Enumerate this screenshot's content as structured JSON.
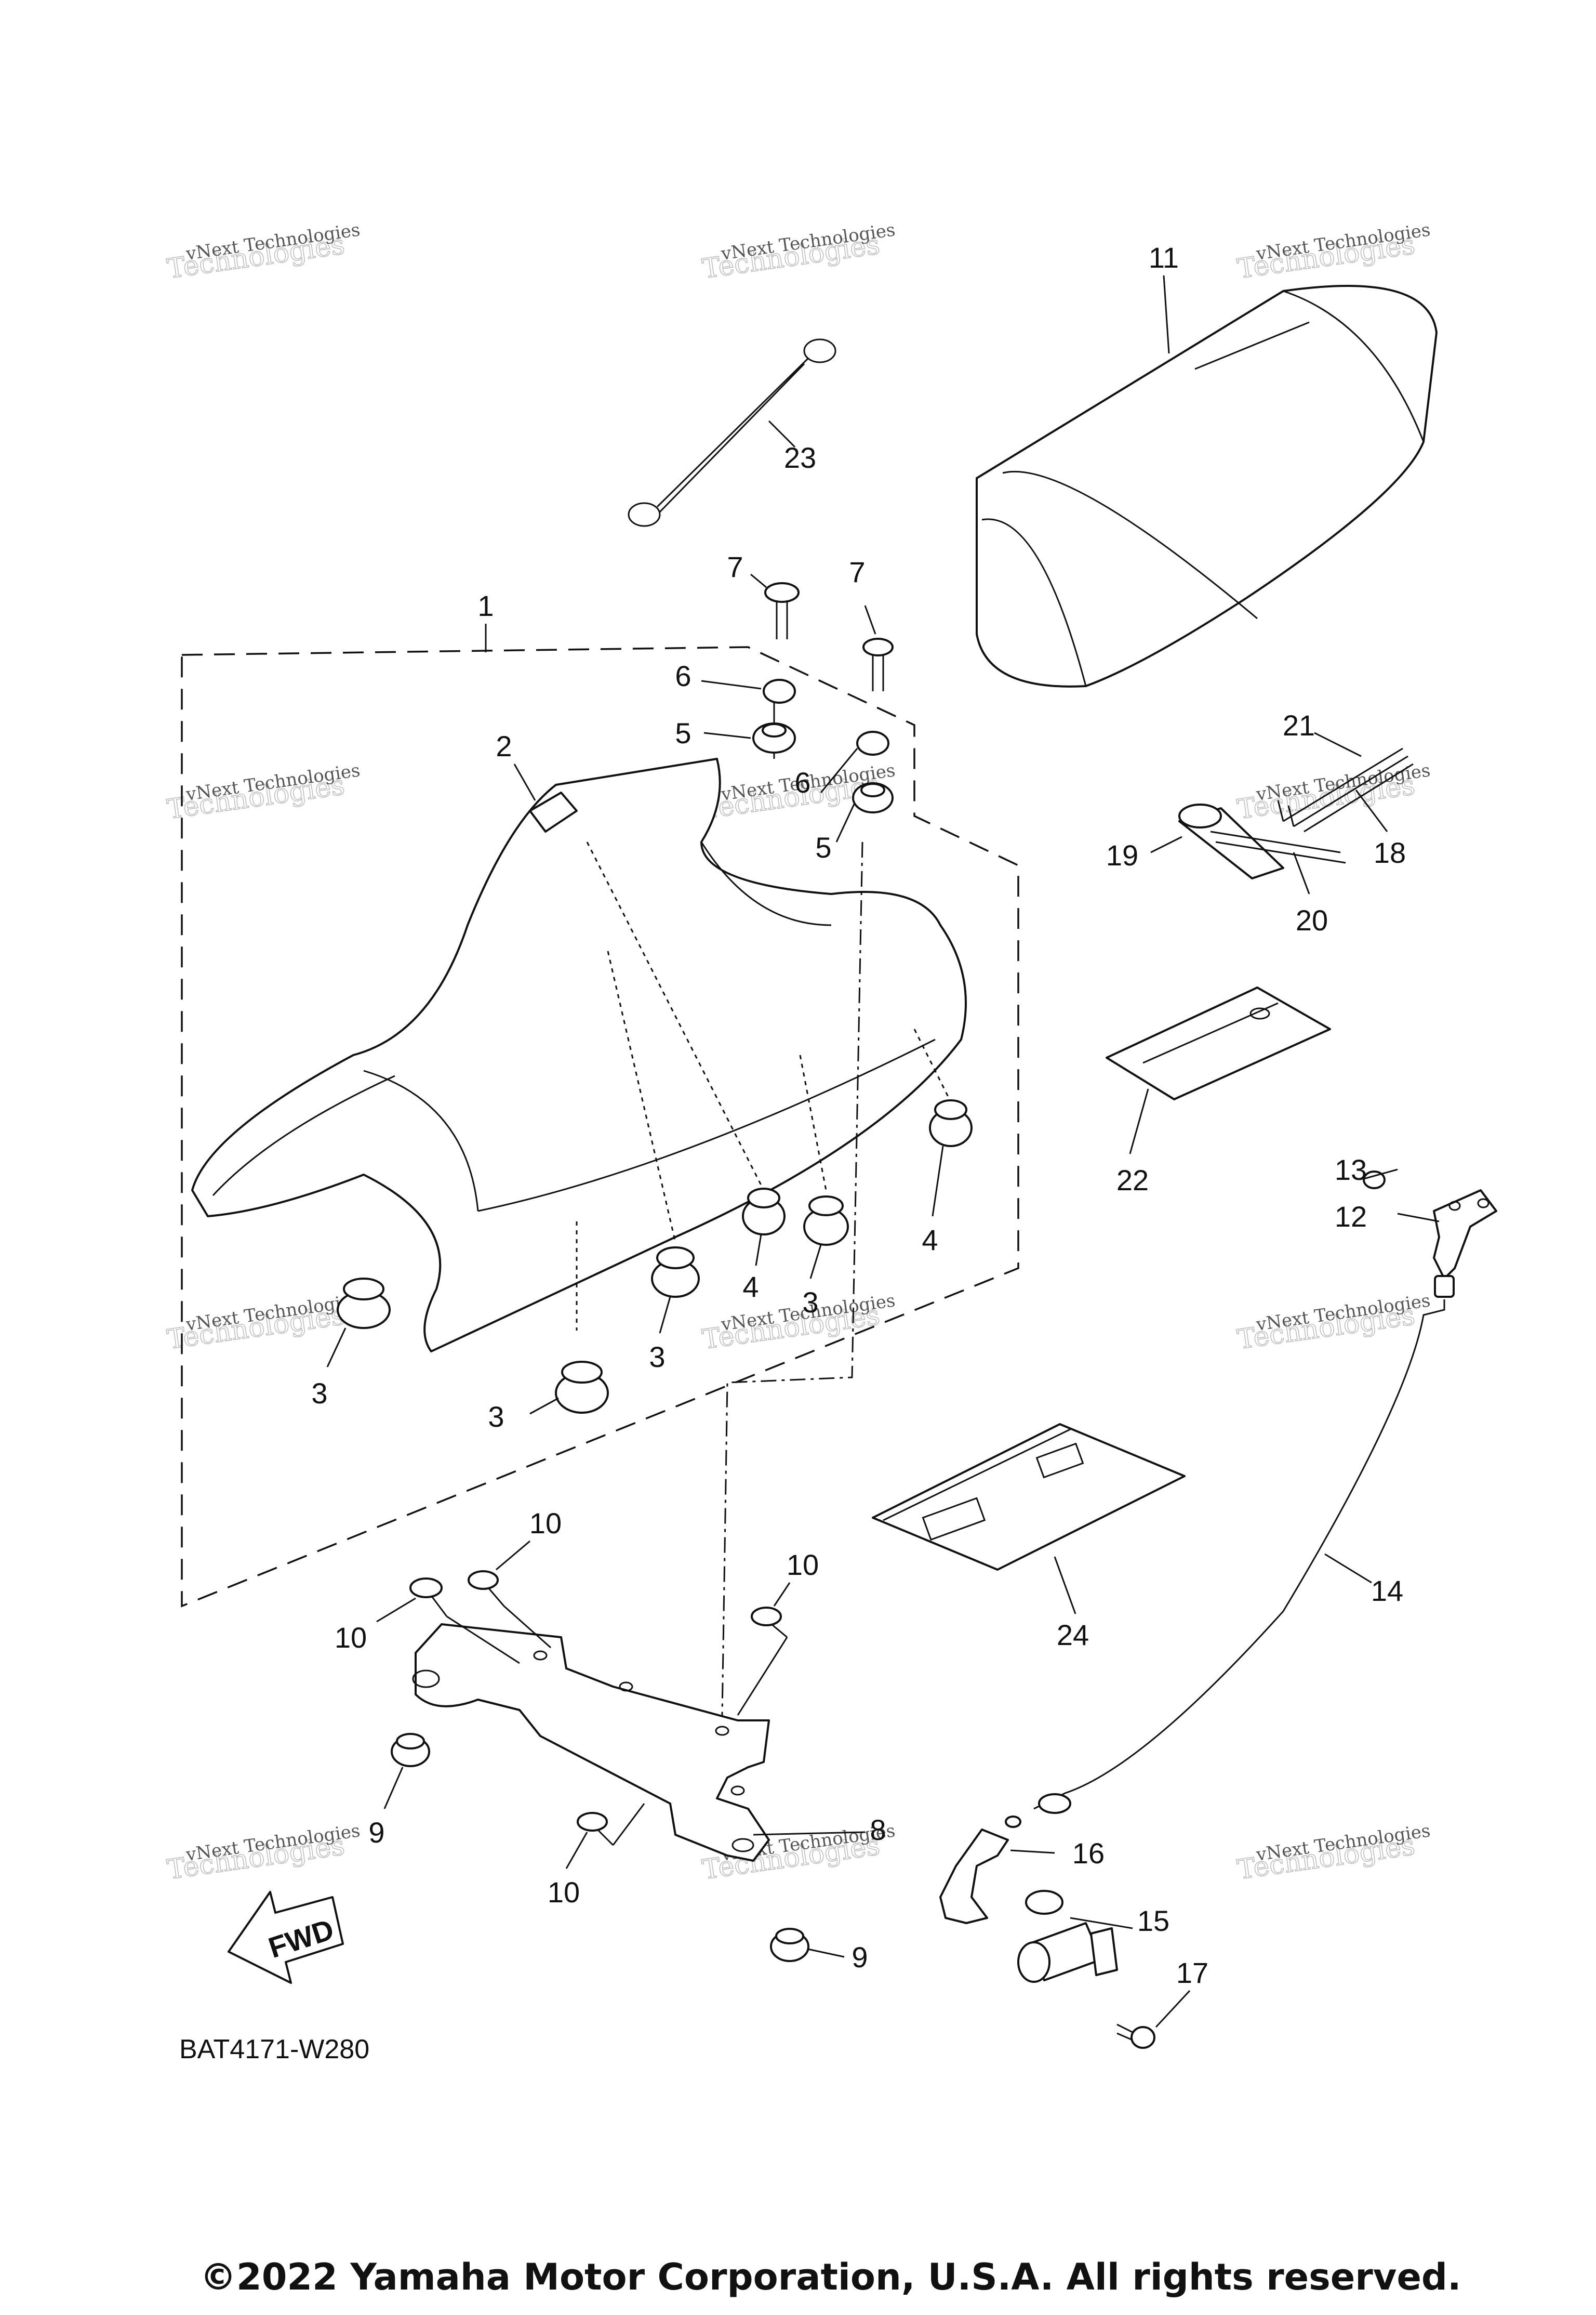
{
  "diagram": {
    "code": "BAT4171-W280",
    "copyright": "©2022 Yamaha Motor Corporation, U.S.A. All rights reserved.",
    "fwd_label": "FWD",
    "watermark": {
      "line1": "vNext Technologies",
      "line2": "Technologies"
    },
    "callouts": [
      {
        "id": "c1",
        "text": "1"
      },
      {
        "id": "c2",
        "text": "2"
      },
      {
        "id": "c3a",
        "text": "3"
      },
      {
        "id": "c3b",
        "text": "3"
      },
      {
        "id": "c3c",
        "text": "3"
      },
      {
        "id": "c3d",
        "text": "3"
      },
      {
        "id": "c4a",
        "text": "4"
      },
      {
        "id": "c4b",
        "text": "4"
      },
      {
        "id": "c5a",
        "text": "5"
      },
      {
        "id": "c5b",
        "text": "5"
      },
      {
        "id": "c6a",
        "text": "6"
      },
      {
        "id": "c6b",
        "text": "6"
      },
      {
        "id": "c7a",
        "text": "7"
      },
      {
        "id": "c7b",
        "text": "7"
      },
      {
        "id": "c8",
        "text": "8"
      },
      {
        "id": "c9a",
        "text": "9"
      },
      {
        "id": "c9b",
        "text": "9"
      },
      {
        "id": "c10a",
        "text": "10"
      },
      {
        "id": "c10b",
        "text": "10"
      },
      {
        "id": "c10c",
        "text": "10"
      },
      {
        "id": "c10d",
        "text": "10"
      },
      {
        "id": "c11",
        "text": "11"
      },
      {
        "id": "c12",
        "text": "12"
      },
      {
        "id": "c13",
        "text": "13"
      },
      {
        "id": "c14",
        "text": "14"
      },
      {
        "id": "c15",
        "text": "15"
      },
      {
        "id": "c16",
        "text": "16"
      },
      {
        "id": "c17",
        "text": "17"
      },
      {
        "id": "c18",
        "text": "18"
      },
      {
        "id": "c19",
        "text": "19"
      },
      {
        "id": "c20",
        "text": "20"
      },
      {
        "id": "c21",
        "text": "21"
      },
      {
        "id": "c22",
        "text": "22"
      },
      {
        "id": "c23",
        "text": "23"
      },
      {
        "id": "c24",
        "text": "24"
      }
    ]
  }
}
